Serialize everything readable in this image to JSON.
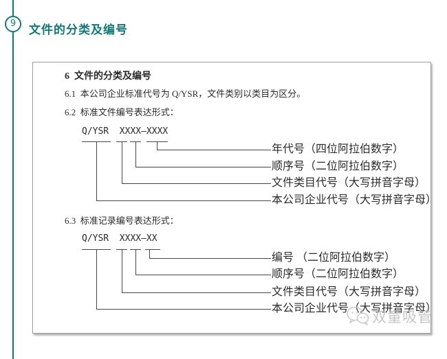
{
  "header": {
    "badge": "9",
    "title": "文件的分类及编号"
  },
  "doc": {
    "heading": "6  文件的分类及编号",
    "p61": "6.1  本公司企业标准代号为 Q/YSR，文件类别以类目为区分。",
    "p62": "6.2  标准文件编号表达形式：",
    "p63": "6.3  标准记录编号表达形式：",
    "code1": "Q/YSR  XXXX–XXXX",
    "code2": "Q/YSR  XXXX–XX",
    "diagram1": {
      "labels": [
        "年代号（四位阿拉伯数字）",
        "顺序号（二位阿拉伯数字）",
        "文件类目代号（大写拼音字母）",
        "本公司企业代号（大写拼音字母）"
      ]
    },
    "diagram2": {
      "labels": [
        "编号 （二位阿拉伯数字）",
        "顺序号（二位阿拉伯数字）",
        "文件类目代号（大写拼音字母）",
        "本公司企业代号（大写拼音字母）"
      ]
    },
    "watermark": "双童吸管"
  },
  "colors": {
    "accent_teal": "#0d7b79",
    "doc_text": "#2b2b2b",
    "diagram_line": "#454545",
    "panel_border": "#9c9c9c",
    "watermark_gray": "#c6c6c6"
  }
}
